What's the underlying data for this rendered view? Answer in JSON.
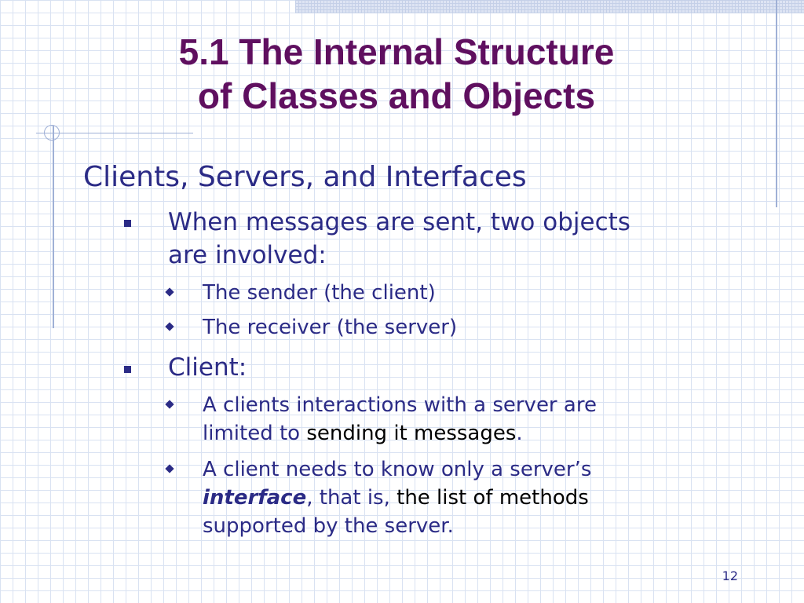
{
  "slide": {
    "title_line1": "5.1  The Internal Structure",
    "title_line2": "of Classes and Objects",
    "heading": "Clients, Servers, and Interfaces",
    "bullet1": {
      "line1": "When messages are sent, two objects",
      "line2": "are involved:",
      "sub": [
        "The sender (the client)",
        "The receiver (the server)"
      ]
    },
    "bullet2": {
      "label": "Client:",
      "sub1": {
        "line1": "A clients interactions with a server are",
        "line2_prefix": "limited to ",
        "line2_highlight": "sending it messages",
        "line2_suffix": "."
      },
      "sub2": {
        "line1": "A client needs to know only a server’s",
        "line2_em": "interface",
        "line2_mid": ", that is, ",
        "line2_highlight": "the list of methods",
        "line3": "supported by the server."
      }
    },
    "page_number": "12"
  },
  "colors": {
    "title": "#5f0f5f",
    "body_text": "#2b2b86",
    "highlight_text": "#000000",
    "grid": "#d9e2f2"
  }
}
